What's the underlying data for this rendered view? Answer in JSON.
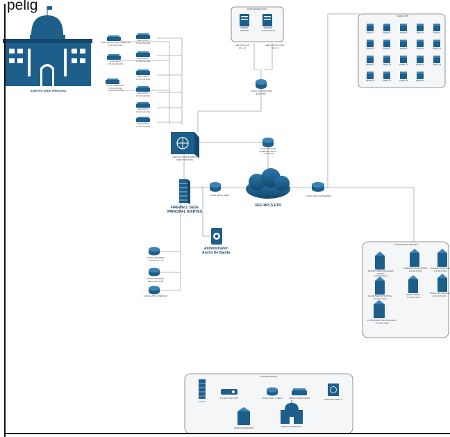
{
  "header_fragment": "pelig",
  "sede_principal": {
    "label": "IDARTES SEDE PRINCIPAL"
  },
  "vlans": [
    {
      "label": "VLAN CENTRO DE COMPUTO\n172.16.10.0/24"
    },
    {
      "label": "VLAN WLAN\n172.16.100.0/24"
    },
    {
      "label": "VLAN TELEFONIA\n172.16.20.0/24\n10.203.213.0/24"
    },
    {
      "label": "VLAN PISO 6\n172.16.60.0/24"
    },
    {
      "label": "VLAN PISO 5\n172.16.50.0/24"
    },
    {
      "label": "VLAN PISO 4\n172.16.40.0/24"
    },
    {
      "label": "VLAN PISO 3\n172.16.30.0/24"
    },
    {
      "label": "VLAN PISO 2\n172.16.20.0/24"
    },
    {
      "label": "VLAN PISO 1\n172.16.10.0/24"
    }
  ],
  "datacenter": {
    "title": "DATACENTER MAIN",
    "servers": [
      {
        "label": "ISSABX\nSERVER"
      },
      {
        "label": "SERVER\nCOLOCATION"
      }
    ],
    "red_backup": "RED BACKUP\n10.1.2.1",
    "red_colocation": "RED COLOCATION\n10.1.1.1",
    "canal_label": "CANAL DATACENTER\nEXTERNO"
  },
  "switch_core": {
    "label": "SWITCH CORE IDARTES\nSEDE PRINCIPAL"
  },
  "canal_backup": {
    "label": "CANAL BACKUP\nINTERNET MOVIL\n1 CANAL 50"
  },
  "red_mpls": {
    "label": "RED MPLS ETB"
  },
  "canal_mpls_sedes": {
    "label": "CANAL MPLS ETB SEDES"
  },
  "canal_mpls_sede": {
    "label": "CANAL MPLS SEDE"
  },
  "firewall": {
    "label": "FIREWALL SEDE\nPRINCIPAL IDARTES"
  },
  "admin_bandwidth": {
    "label": "Administrador\nAncho De Banda"
  },
  "internet_channels": [
    {
      "label": "CANAL INTERNET\n1 CANAL ALL IP"
    },
    {
      "label": "CANAL INTERNET\nDEDICADO ETB"
    },
    {
      "label": "CANAL MPLS INTERNET"
    }
  ],
  "sedes_etb": {
    "title": "SEDES ETB",
    "items": [
      {
        "label": "SEDE 1"
      },
      {
        "label": "SEDE 2"
      },
      {
        "label": "SEDE 3"
      },
      {
        "label": "SEDE 4"
      },
      {
        "label": "SEDE 5"
      },
      {
        "label": "SEDE 6"
      },
      {
        "label": "SEDE 7"
      },
      {
        "label": "SEDE 8"
      },
      {
        "label": "SEDE 9"
      },
      {
        "label": "SEDE 10"
      },
      {
        "label": "SEDE 11"
      },
      {
        "label": "SEDE 12"
      },
      {
        "label": "SEDE 13"
      },
      {
        "label": "SEDE 14"
      },
      {
        "label": "SEDE 15"
      },
      {
        "label": "SEDE 16"
      },
      {
        "label": "SEDE 17"
      },
      {
        "label": "SEDE 18"
      },
      {
        "label": "SEDE 19"
      }
    ]
  },
  "escenarios": {
    "title": "ESCENARIOS IDARTES",
    "items": [
      {
        "label": "TEATRO JORGE ELIECER\nGAITAN\n172.16.X.X/24"
      },
      {
        "label": "CINEMATECA DISTRITAL\n172.16.X.X/24"
      },
      {
        "label": "GALERIA SANTA FE\n172.16.X.X/24"
      },
      {
        "label": "PLANETARIO DISTRITAL\n172.16.X.X/24"
      },
      {
        "label": "MEDIA TORTA\n172.16.X.X/24"
      },
      {
        "label": "TEATRO EL PARQUE\n172.16.X.X/24"
      },
      {
        "label": "PLATAFORMA TECNOLOGICA\n172.16.X.X/24"
      }
    ]
  },
  "legend": {
    "title": "CONVENCIONES",
    "items": [
      {
        "label": "Firewall"
      },
      {
        "label": "Tunnel IP SEC VPN"
      },
      {
        "label": "Router Cisco Y Datos"
      },
      {
        "label": "SWITCH DE ACCESO"
      },
      {
        "label": "SWITCH CORE L3"
      },
      {
        "label": "SEDE / ESCENARIO"
      },
      {
        "label": "EDIFICIO PRINCIPAL"
      }
    ]
  },
  "colors": {
    "primary": "#1d5f8a",
    "dark": "#14486b",
    "line": "#9aa5ae",
    "border": "#111111"
  }
}
